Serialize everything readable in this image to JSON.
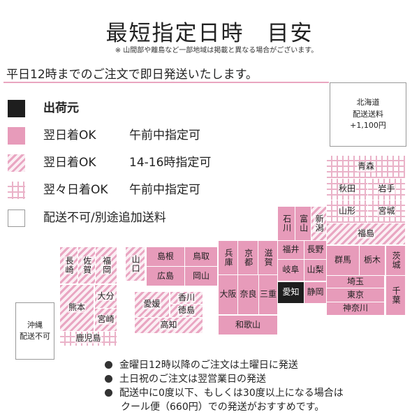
{
  "title": "最短指定日時　目安",
  "note": "※ 山間部や離島など一部地域は掲載と異なる場合がございます。",
  "banner": "平日12時までのご注文で即日発送いたします。",
  "legend": {
    "origin": "出荷元",
    "next_day_am": {
      "label": "翌日着OK",
      "time": "午前中指定可"
    },
    "next_day_pm": {
      "label": "翌日着OK",
      "time": "14-16時指定可"
    },
    "two_day_am": {
      "label": "翌々日着OK",
      "time": "午前中指定可"
    },
    "unavailable": "配送不可/別途追加送料"
  },
  "hokkaido": {
    "name": "北海道",
    "line2": "配送送料",
    "fee": "+1,100円"
  },
  "okinawa": {
    "name": "沖縄",
    "line2": "配送不可"
  },
  "prefectures": {
    "aomori": "青森",
    "akita": "秋田",
    "iwate": "岩手",
    "yamagata": "山形",
    "miyagi": "宮城",
    "fukushima": "福島",
    "ishikawa": "石川",
    "toyama": "富山",
    "niigata": "新潟",
    "fukui": "福井",
    "nagano": "長野",
    "gifu": "岐阜",
    "yamanashi": "山梨",
    "aichi": "愛知",
    "shizuoka": "静岡",
    "gunma": "群馬",
    "tochigi": "栃木",
    "ibaraki": "茨城",
    "saitama": "埼玉",
    "tokyo": "東京",
    "kanagawa": "神奈川",
    "chiba": "千葉",
    "hyogo": "兵庫",
    "kyoto": "京都",
    "shiga": "滋賀",
    "osaka": "大阪",
    "nara": "奈良",
    "mie": "三重",
    "wakayama": "和歌山",
    "shimane": "島根",
    "tottori": "鳥取",
    "hiroshima": "広島",
    "okayama": "岡山",
    "yamaguchi": "山口",
    "kagawa": "香川",
    "ehime": "愛媛",
    "tokushima": "徳島",
    "kochi": "高知",
    "nagasaki": "長崎",
    "saga": "佐賀",
    "fukuoka": "福岡",
    "oita": "大分",
    "kumamoto": "熊本",
    "miyazaki": "宮崎",
    "kagoshima": "鹿児島"
  },
  "footer": [
    "金曜日12時以降のご注文は土曜日に発送",
    "土日祝のご注文は翌営業日の発送",
    "配送中に0度以下、もしくは30度以上になる場合は",
    "クール便（660円）での発送がおすすめです。"
  ],
  "colors": {
    "solid": "#e79bba",
    "hatch": "#e9a6c2",
    "grid": "#eab2c8",
    "origin": "#1e1e1e",
    "underline": "#e9a6c0"
  }
}
